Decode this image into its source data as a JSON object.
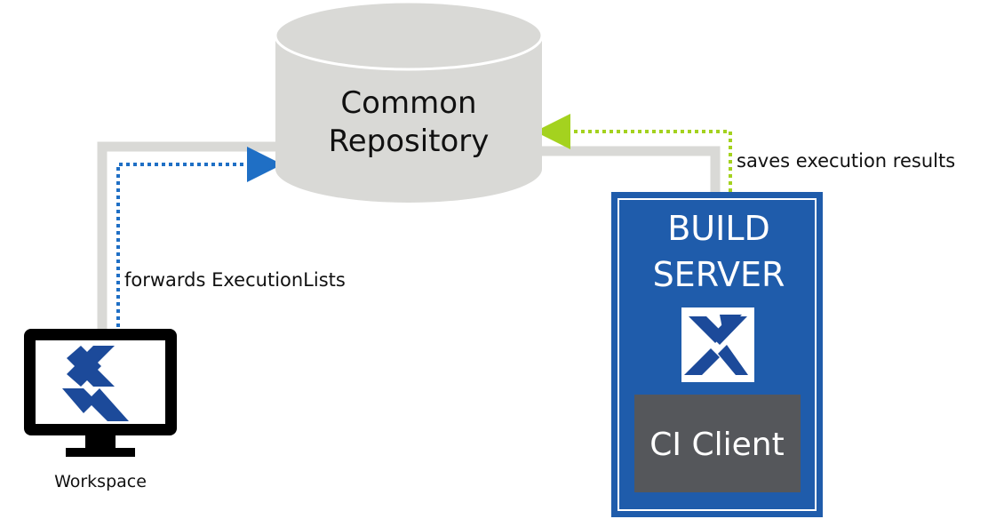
{
  "repository": {
    "line1": "Common",
    "line2": "Repository"
  },
  "edges": {
    "forward_label": "forwards ExecutionLists",
    "save_label": "saves execution results"
  },
  "workspace": {
    "label": "Workspace",
    "icon": "tricentis-logo-icon"
  },
  "build_server": {
    "line1": "BUILD",
    "line2": "SERVER",
    "icon": "tricentis-logo-icon",
    "client_label": "CI Client"
  },
  "colors": {
    "cylinder": "#d9d9d6",
    "connector_gray": "#d9d9d6",
    "forward_arrow": "#1f6fc5",
    "save_arrow": "#a4d21f",
    "build_server_bg": "#1f5cab",
    "client_bg": "#55575b",
    "logo_blue": "#1c4a9a"
  }
}
